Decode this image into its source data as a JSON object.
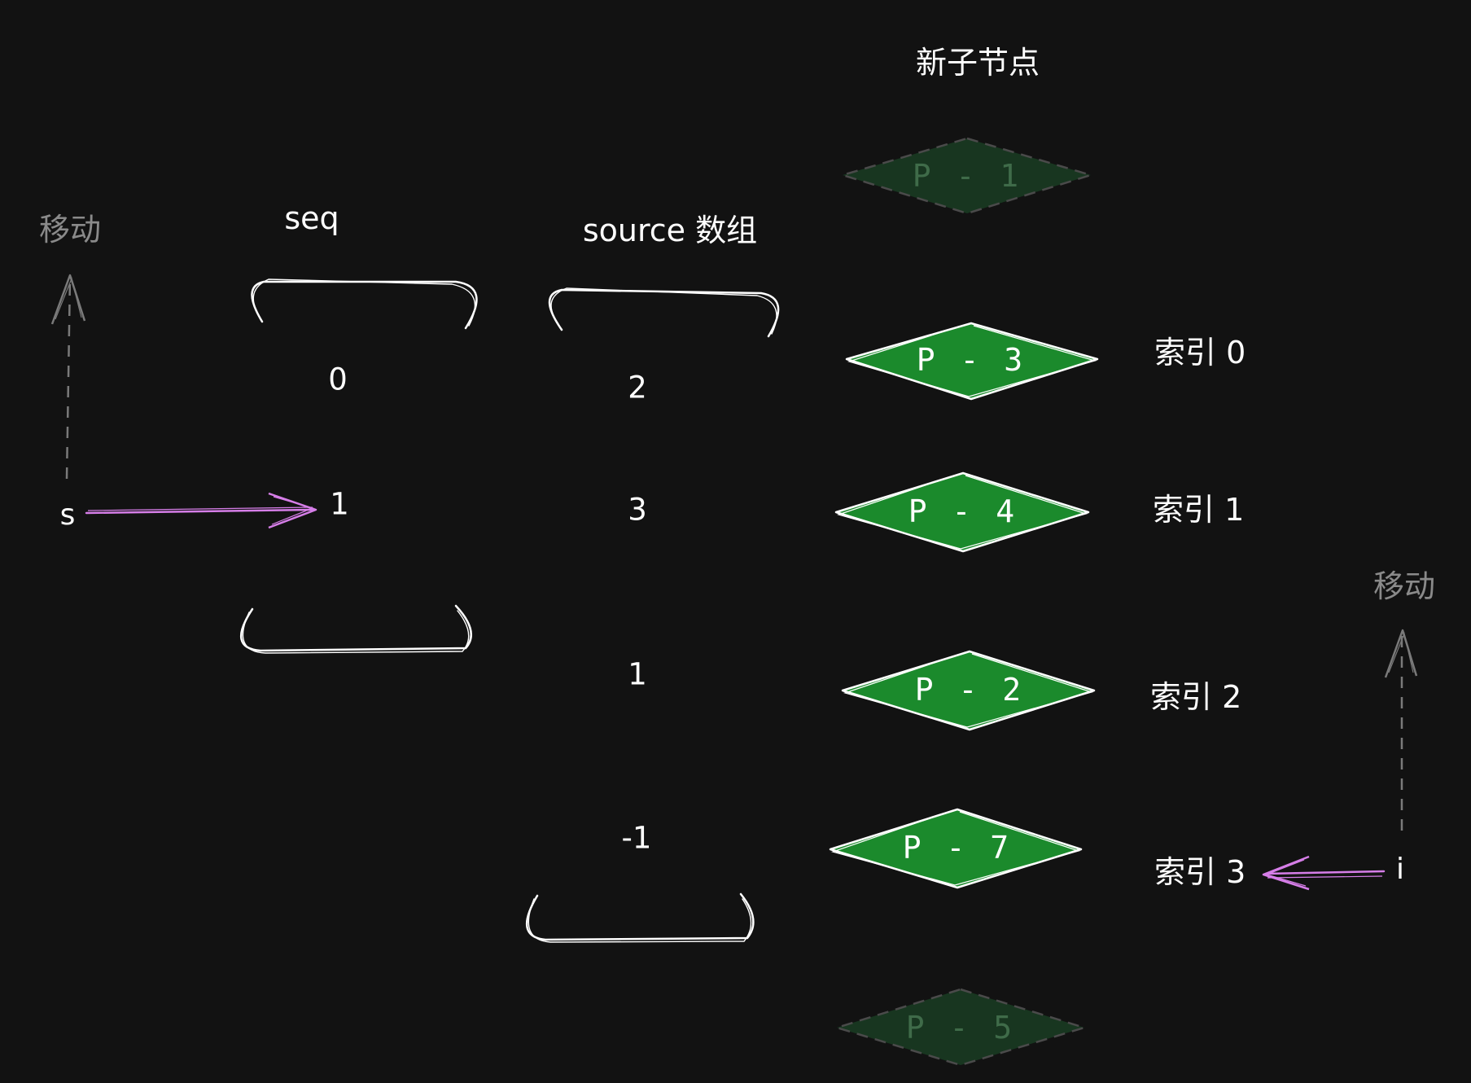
{
  "title": "新子节点",
  "seq_label": "seq",
  "source_label": "source 数组",
  "move_label_left": "移动",
  "move_label_right": "移动",
  "seq_values": [
    "0",
    "1"
  ],
  "source_values": [
    "2",
    "3",
    "1",
    "-1"
  ],
  "nodes": [
    {
      "label": "P - 1",
      "state": "ghost"
    },
    {
      "label": "P - 3",
      "state": "active",
      "index_label": "索引 0"
    },
    {
      "label": "P - 4",
      "state": "active",
      "index_label": "索引 1"
    },
    {
      "label": "P - 2",
      "state": "active",
      "index_label": "索引 2"
    },
    {
      "label": "P - 7",
      "state": "active",
      "index_label": "索引 3"
    },
    {
      "label": "P - 5",
      "state": "ghost"
    }
  ],
  "pointer_s": "s",
  "pointer_i": "i",
  "colors": {
    "background": "#121212",
    "node_fill": "#1b8a2c",
    "ghost_fill": "#183620",
    "ghost_stroke": "#4a4a4a",
    "pointer_arrow": "#d67ee8",
    "dashed_arrow": "#7a7a7a"
  }
}
